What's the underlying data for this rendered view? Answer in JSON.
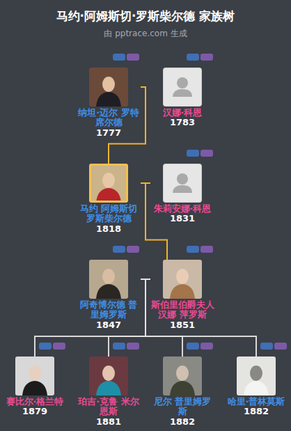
{
  "diagram": {
    "title": "马约·阿姆斯切·罗斯柴尔德 家族树",
    "nodes": [
      {
        "text": [
          "纳坦·迈尔 罗特席尔德",
          "1777"
        ]
      },
      {
        "text": [
          "汉娜·科恩",
          "1783"
        ]
      },
      {
        "text": [
          "马约 阿姆斯切 罗斯柴尔德",
          "1818"
        ]
      },
      {
        "text": [
          "朱莉安娜·科恩",
          "1831"
        ]
      },
      {
        "text": [
          "阿奇博尔德 普里姆罗斯",
          "1847"
        ]
      },
      {
        "text": [
          "斯伯里伯爵夫人汉娜 萍罗斯",
          "1851"
        ]
      },
      {
        "text": [
          "赛比尔·格兰特",
          "1879"
        ]
      },
      {
        "text": [
          "珀吉·克鲁 米尔恩斯",
          "1881"
        ]
      },
      {
        "text": [
          "尼尔 普里姆罗斯",
          "1882"
        ]
      },
      {
        "text": [
          "哈里·普林莫斯",
          "1882"
        ]
      }
    ],
    "edges": [
      {
        "from": 0,
        "to": 2,
        "arrow": "none"
      },
      {
        "from": 2,
        "to": 3,
        "arrow": "none"
      },
      {
        "from": 2,
        "to": 5,
        "arrow": "none"
      },
      {
        "from": 4,
        "to": 5,
        "arrow": "none"
      },
      {
        "from": 4,
        "to": 6,
        "arrow": "none"
      },
      {
        "from": 4,
        "to": 7,
        "arrow": "none"
      },
      {
        "from": 4,
        "to": 8,
        "arrow": "none"
      },
      {
        "from": 4,
        "to": 9,
        "arrow": "none"
      },
      {
        "from": 5,
        "to": 6,
        "arrow": "none"
      },
      {
        "from": 5,
        "to": 7,
        "arrow": "none"
      },
      {
        "from": 5,
        "to": 8,
        "arrow": "none"
      },
      {
        "from": 5,
        "to": 9,
        "arrow": "none"
      }
    ],
    "labels": [
      "由 pptrace.com 生成"
    ]
  }
}
